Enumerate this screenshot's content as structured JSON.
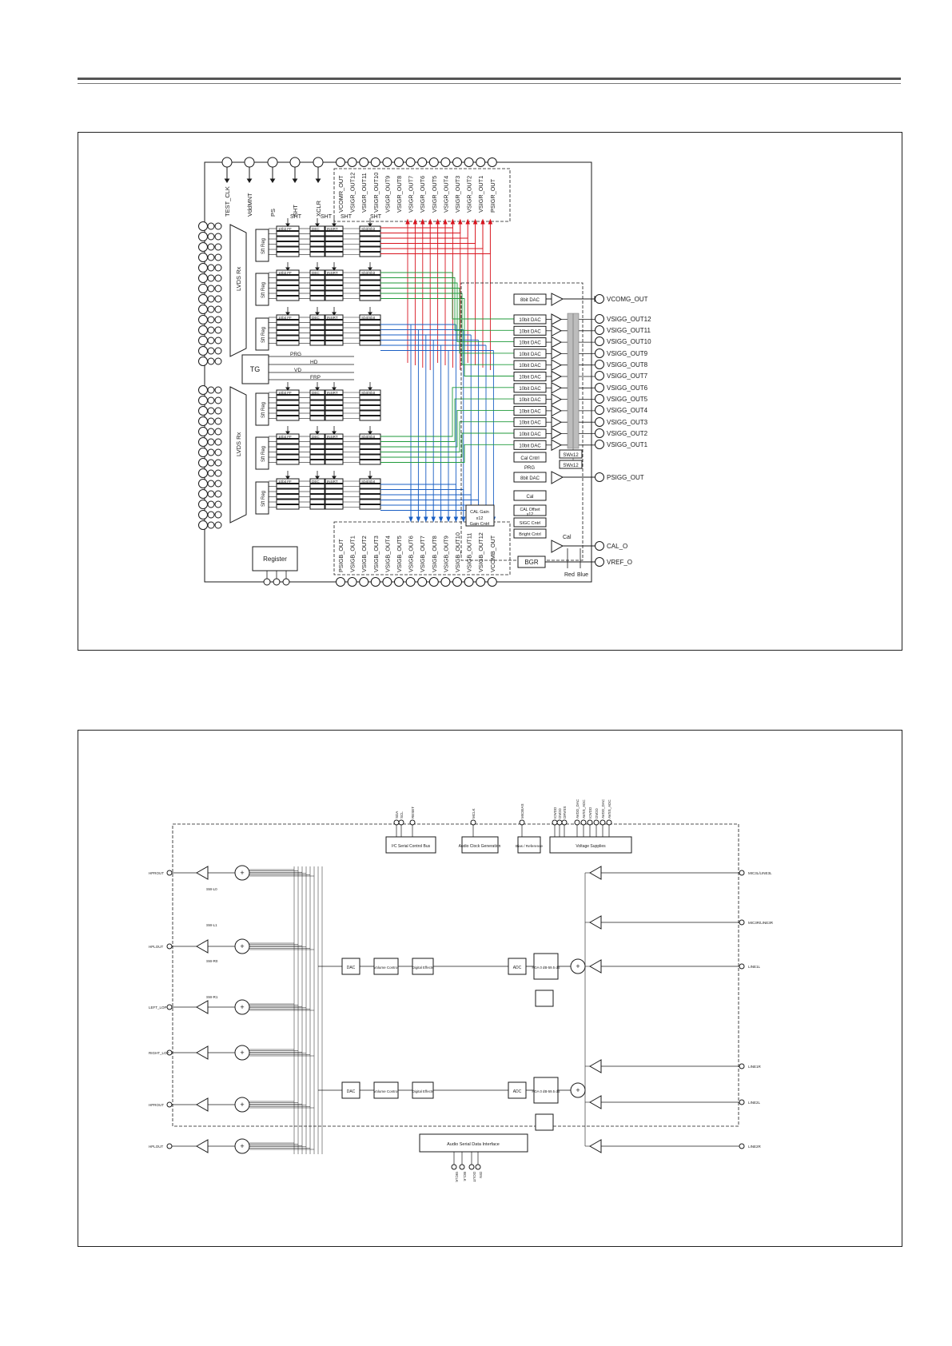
{
  "panel1": {
    "top_pins": [
      "TEST_CLK",
      "VddMNT",
      "PS",
      "SHT",
      "XCLR"
    ],
    "top_outputs": [
      "VCOMR_OUT",
      "VSIGR_OUT12",
      "VSIGR_OUT11",
      "VSIGR_OUT10",
      "VSIGR_OUT9",
      "VSIGR_OUT8",
      "VSIGR_OUT7",
      "VSIGR_OUT6",
      "VSIGR_OUT5",
      "VSIGR_OUT4",
      "VSIGR_OUT3",
      "VSIGR_OUT2",
      "VSIGR_OUT1",
      "PSIGR_OUT"
    ],
    "bottom_outputs": [
      "PSIGB_OUT",
      "VSIGB_OUT1",
      "VSIGB_OUT2",
      "VSIGB_OUT3",
      "VSIGB_OUT4",
      "VSIGB_OUT5",
      "VSIGB_OUT6",
      "VSIGB_OUT7",
      "VSIGB_OUT8",
      "VSIGB_OUT9",
      "VSIGB_OUT10",
      "VSIGB_OUT11",
      "VSIGB_OUT12",
      "VCOMB_OUT"
    ],
    "right_outputs": [
      "VCOMG_OUT",
      "VSIGG_OUT12",
      "VSIGG_OUT11",
      "VSIGG_OUT10",
      "VSIGG_OUT9",
      "VSIGG_OUT8",
      "VSIGG_OUT7",
      "VSIGG_OUT6",
      "VSIGG_OUT5",
      "VSIGG_OUT4",
      "VSIGG_OUT3",
      "VSIGG_OUT2",
      "VSIGG_OUT1",
      "PSIGG_OUT",
      "CAL_O",
      "VREF_O"
    ],
    "lvds_label": "LVDS Rx",
    "sft_label": "Sft Reg",
    "ff_label": "10bit FF",
    "dec_label": "DEC",
    "insrt_label": "INSRT",
    "sbit_label": "Sbit/Sbit",
    "sht_label": "SHT",
    "tg_label": "TG",
    "tg_signals": [
      "PRG",
      "HD",
      "VD",
      "FRP"
    ],
    "dac8_label": "8bit DAC",
    "dac10_label": "10bit DAC",
    "cal_cntl": "Cal Cntrl",
    "swx12": "SWx12",
    "prg_label": "PRG",
    "cal_label": "Cal",
    "cal_gain": "CAL Gain",
    "x12_label": "x12",
    "gain_cntl": "Gain Cntrl",
    "cal_offset": "CAL Offset",
    "sigc_cntl": "SIGC Cntrl",
    "bright_cntl": "Bright Cntrl",
    "register_label": "Register",
    "bgr_label": "BGR",
    "red_label": "Red",
    "blue_label": "Blue",
    "colors": {
      "red": "#d8141e",
      "green": "#1f9a3a",
      "blue": "#1a5fc4",
      "ink": "#1a1a1a"
    }
  },
  "panel2": {
    "block_labels": [
      "I²C Serial Control Bus",
      "Audio Clock Generation",
      "Bias / Reference",
      "Voltage Supplies",
      "Audio Serial Data Interface",
      "ADC",
      "DAC",
      "PGA 0 dB-59.5 dB",
      "Volume Control",
      "Digital Effects"
    ],
    "pin_labels": [
      "SDA",
      "SCL",
      "RESET",
      "MCLK",
      "MICBIAS",
      "IOVDD",
      "DVDD",
      "DRVSS",
      "AVDD_DAC",
      "AVSS_ADC",
      "WCLK",
      "BCLK",
      "DOUT",
      "DIN",
      "HPROUT",
      "HPLOUT",
      "LEFT_LOP",
      "RIGHT_LOP",
      "MIC3L/LINE3L",
      "MIC3R/LINE3R",
      "LINE1L",
      "LINE1R",
      "LINE2L",
      "LINE2R"
    ],
    "mixer_label": "+",
    "switch_labels": [
      "SW-L0",
      "SW-L1",
      "SW-R0",
      "SW-R1"
    ]
  }
}
